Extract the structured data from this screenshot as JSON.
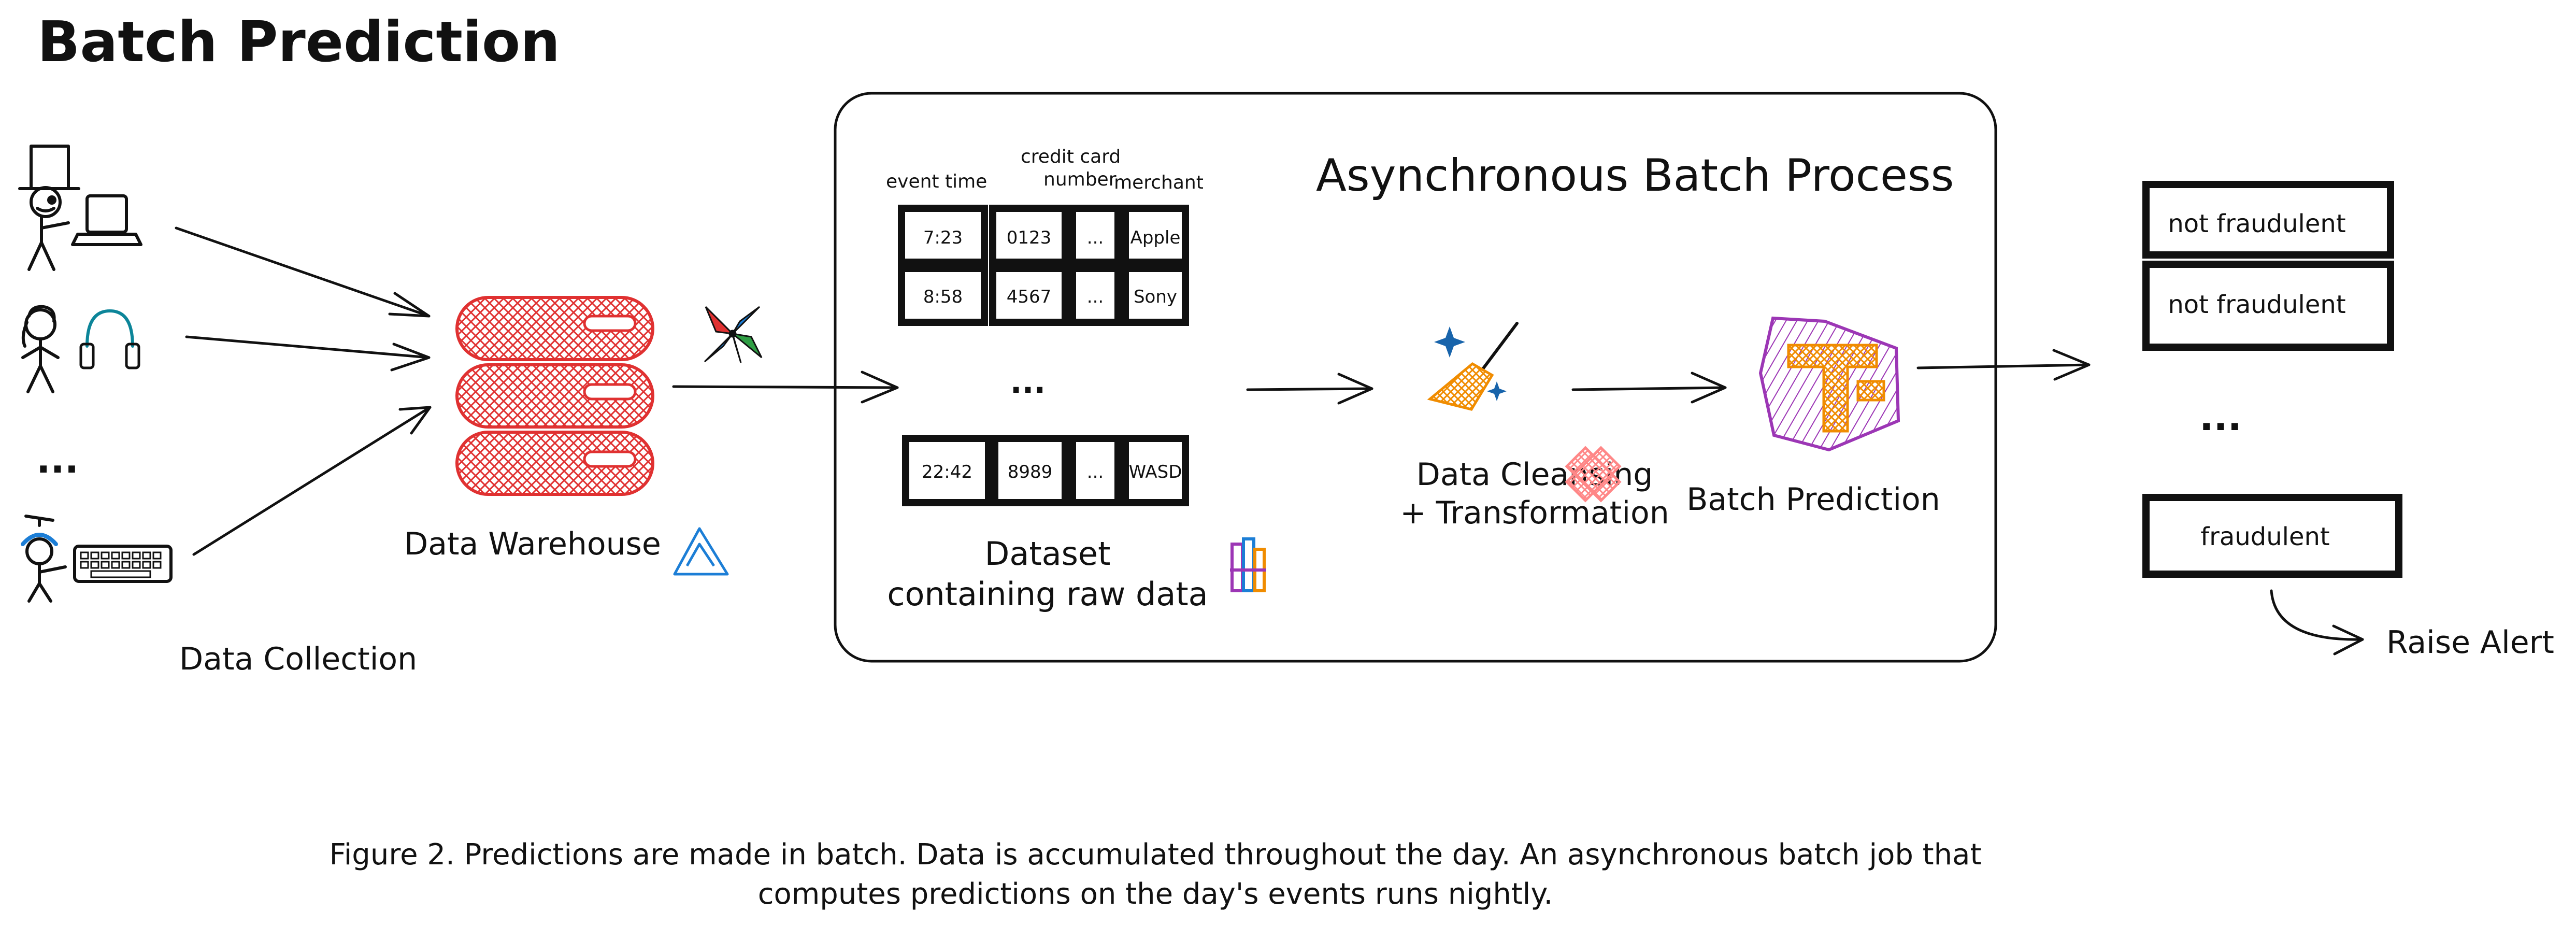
{
  "title": "Batch Prediction",
  "collection": {
    "label": "Data Collection",
    "ellipsis": "..."
  },
  "warehouse": {
    "label": "Data Warehouse"
  },
  "process": {
    "title": "Asynchronous Batch Process"
  },
  "dataset": {
    "headers": [
      "event time",
      "credit card",
      "number",
      "merchant"
    ],
    "rows": [
      [
        "7:23",
        "0123",
        "...",
        "Apple"
      ],
      [
        "8:58",
        "4567",
        "...",
        "Sony"
      ],
      [
        "22:42",
        "8989",
        "...",
        "WASD"
      ]
    ],
    "ellipsis": "...",
    "label_line1": "Dataset",
    "label_line2": "containing raw data"
  },
  "cleansing": {
    "line1": "Data Cleansing",
    "line2": "+ Transformation"
  },
  "prediction": {
    "label": "Batch Prediction"
  },
  "outputs": {
    "items": [
      "not fraudulent",
      "not fraudulent",
      "fraudulent"
    ],
    "ellipsis": "..."
  },
  "alert": {
    "label": "Raise Alert"
  },
  "caption": {
    "line1": "Figure 2. Predictions are made in batch. Data is accumulated throughout the day. An asynchronous batch job that",
    "line2": "computes predictions on the day's events runs nightly."
  },
  "colors": {
    "ink": "#111111",
    "warehouse": "#e03131",
    "tensorflow_bg": "#9c36b5",
    "tensorflow_fg": "#f08c00",
    "cleanse_x": "#ff8787",
    "sparkle": "#1864ab",
    "airflow_blue": "#1c7ed6",
    "airflow_green": "#2f9e44",
    "airflow_red": "#e03131",
    "headset": "#0c8599"
  }
}
